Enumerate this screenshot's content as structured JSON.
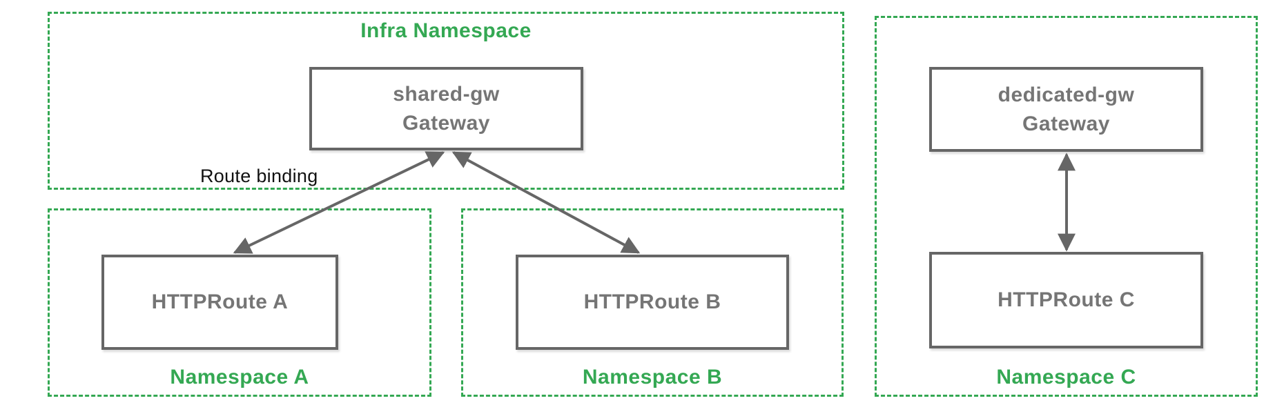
{
  "diagram": {
    "infra_namespace": {
      "label": "Infra Namespace",
      "gateway_line1": "shared-gw",
      "gateway_line2": "Gateway"
    },
    "annotations": {
      "route_binding": "Route binding"
    },
    "namespace_a": {
      "label": "Namespace A",
      "route_label": "HTTPRoute A"
    },
    "namespace_b": {
      "label": "Namespace B",
      "route_label": "HTTPRoute B"
    },
    "namespace_c": {
      "label": "Namespace C",
      "gateway_line1": "dedicated-gw",
      "gateway_line2": "Gateway",
      "route_label": "HTTPRoute C"
    },
    "edges": [
      {
        "name": "httproute-a-to-shared-gw",
        "type": "double-headed-arrow"
      },
      {
        "name": "httproute-b-to-shared-gw",
        "type": "double-headed-arrow"
      },
      {
        "name": "httproute-c-to-dedicated-gw",
        "type": "double-headed-arrow"
      }
    ],
    "colors": {
      "namespace_green": "#34a853",
      "node_border_gray": "#666666",
      "node_text_gray": "#757575",
      "annotation_black": "#111111",
      "background": "#ffffff"
    }
  }
}
